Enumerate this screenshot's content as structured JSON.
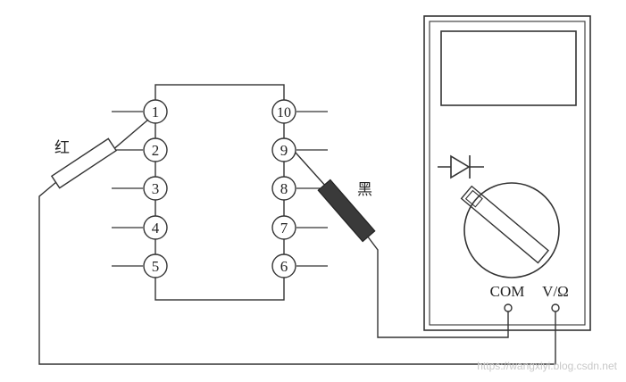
{
  "chip": {
    "pins_left": [
      "1",
      "2",
      "3",
      "4",
      "5"
    ],
    "pins_right": [
      "10",
      "9",
      "8",
      "7",
      "6"
    ]
  },
  "probes": {
    "red_label": "红",
    "black_label": "黑"
  },
  "meter": {
    "com_label": "COM",
    "vohm_label": "V/Ω"
  },
  "watermark": "https://wangxiyi.blog.csdn.net",
  "colors": {
    "line": "#333333",
    "black_probe": "#3a3a3a",
    "background": "#ffffff"
  }
}
